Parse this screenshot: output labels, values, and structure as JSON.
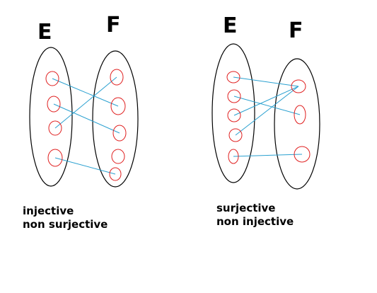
{
  "colors": {
    "ellipse": "#000000",
    "element": "#e02020",
    "arrow": "#2aa0d0"
  },
  "diagrams": [
    {
      "domain_label": "E",
      "codomain_label": "F",
      "domain_count": 4,
      "codomain_count": 5,
      "mapping": [
        [
          0,
          1
        ],
        [
          1,
          2
        ],
        [
          2,
          0
        ],
        [
          3,
          4
        ]
      ],
      "caption_line1": "injective",
      "caption_line2": "non surjective"
    },
    {
      "domain_label": "E",
      "codomain_label": "F",
      "domain_count": 5,
      "codomain_count": 3,
      "mapping": [
        [
          0,
          0
        ],
        [
          1,
          1
        ],
        [
          2,
          0
        ],
        [
          3,
          0
        ],
        [
          4,
          2
        ]
      ],
      "caption_line1": "surjective",
      "caption_line2": "non injective"
    }
  ]
}
